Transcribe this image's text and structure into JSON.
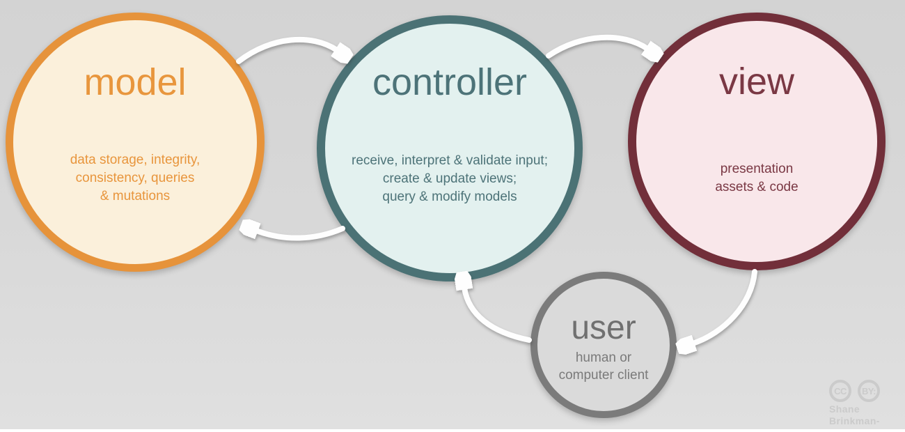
{
  "diagram": {
    "background_top_color": "#d3d3d3",
    "background_bottom_color": "#e0e0e0",
    "arrow_color": "#ffffff"
  },
  "nodes": {
    "model": {
      "title": "model",
      "desc_lines": [
        "data storage, integrity,",
        "consistency, queries",
        "& mutations"
      ],
      "border_color": "#e6933b",
      "fill_color": "#fbf0db",
      "text_color": "#e8953c"
    },
    "controller": {
      "title": "controller",
      "desc_lines": [
        "receive, interpret & validate input;",
        "create & update views;",
        "query & modify models"
      ],
      "border_color": "#4b7275",
      "fill_color": "#e3f1ef",
      "text_color": "#4d7378"
    },
    "view": {
      "title": "view",
      "desc_lines": [
        "presentation",
        "assets & code"
      ],
      "border_color": "#722f3a",
      "fill_color": "#f9e7ea",
      "text_color": "#7a3844"
    },
    "user": {
      "title": "user",
      "desc_lines": [
        "human or",
        "computer client"
      ],
      "border_color": "#7b7b7b",
      "fill_color": "#dadada",
      "text_color": "#707070"
    }
  },
  "arrows": [
    {
      "name": "model-to-controller"
    },
    {
      "name": "controller-to-view"
    },
    {
      "name": "controller-to-model"
    },
    {
      "name": "user-to-controller"
    },
    {
      "name": "view-to-user"
    }
  ],
  "watermark": {
    "cc_label": "CC",
    "by_label": "BY:",
    "author_line1": "Shane",
    "author_line2": "Brinkman-Davis",
    "color": "#cbcbcb"
  }
}
